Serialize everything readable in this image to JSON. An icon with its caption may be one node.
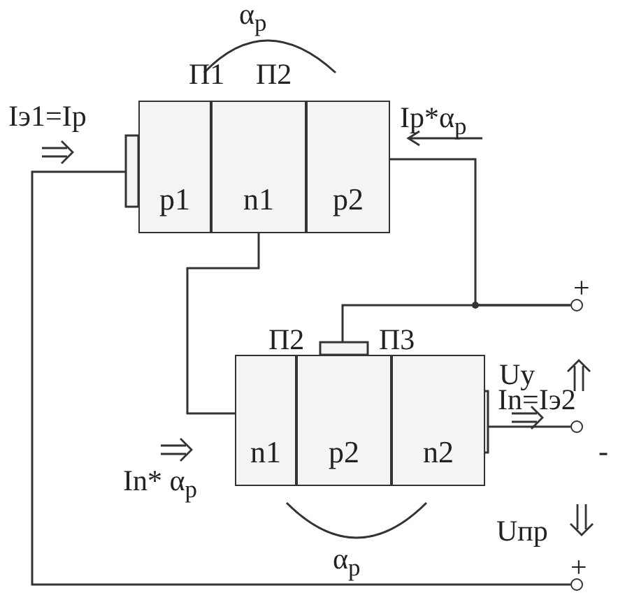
{
  "diagram": {
    "nodes": [
      {
        "text": [
          "p1"
        ]
      },
      {
        "text": [
          "n1"
        ]
      },
      {
        "text": [
          "p2"
        ]
      },
      {
        "text": [
          "n1"
        ]
      },
      {
        "text": [
          "p2"
        ]
      },
      {
        "text": [
          "n2"
        ]
      },
      {
        "text": [],
        "shape": "circle"
      },
      {
        "text": [],
        "shape": "circle"
      },
      {
        "text": [],
        "shape": "circle"
      }
    ],
    "edges": [
      {
        "from": 1,
        "to": 3,
        "arrow": "none"
      },
      {
        "from": 2,
        "to": 6,
        "arrow": "none"
      },
      {
        "from": 4,
        "to": 6,
        "arrow": "none"
      },
      {
        "from": 5,
        "to": 7,
        "arrow": "none"
      },
      {
        "from": 0,
        "to": 8,
        "arrow": "none"
      }
    ],
    "labels": [
      "α$_{p}$",
      "П1",
      "П2",
      "Iэ1=Ip",
      "Ip*α$_{p}$",
      "+",
      "П2",
      "П3",
      "Uу",
      "In=Iэ2",
      "-",
      "In* α$_{p}$",
      "α$_{p}$",
      "Uпр",
      "+"
    ]
  }
}
